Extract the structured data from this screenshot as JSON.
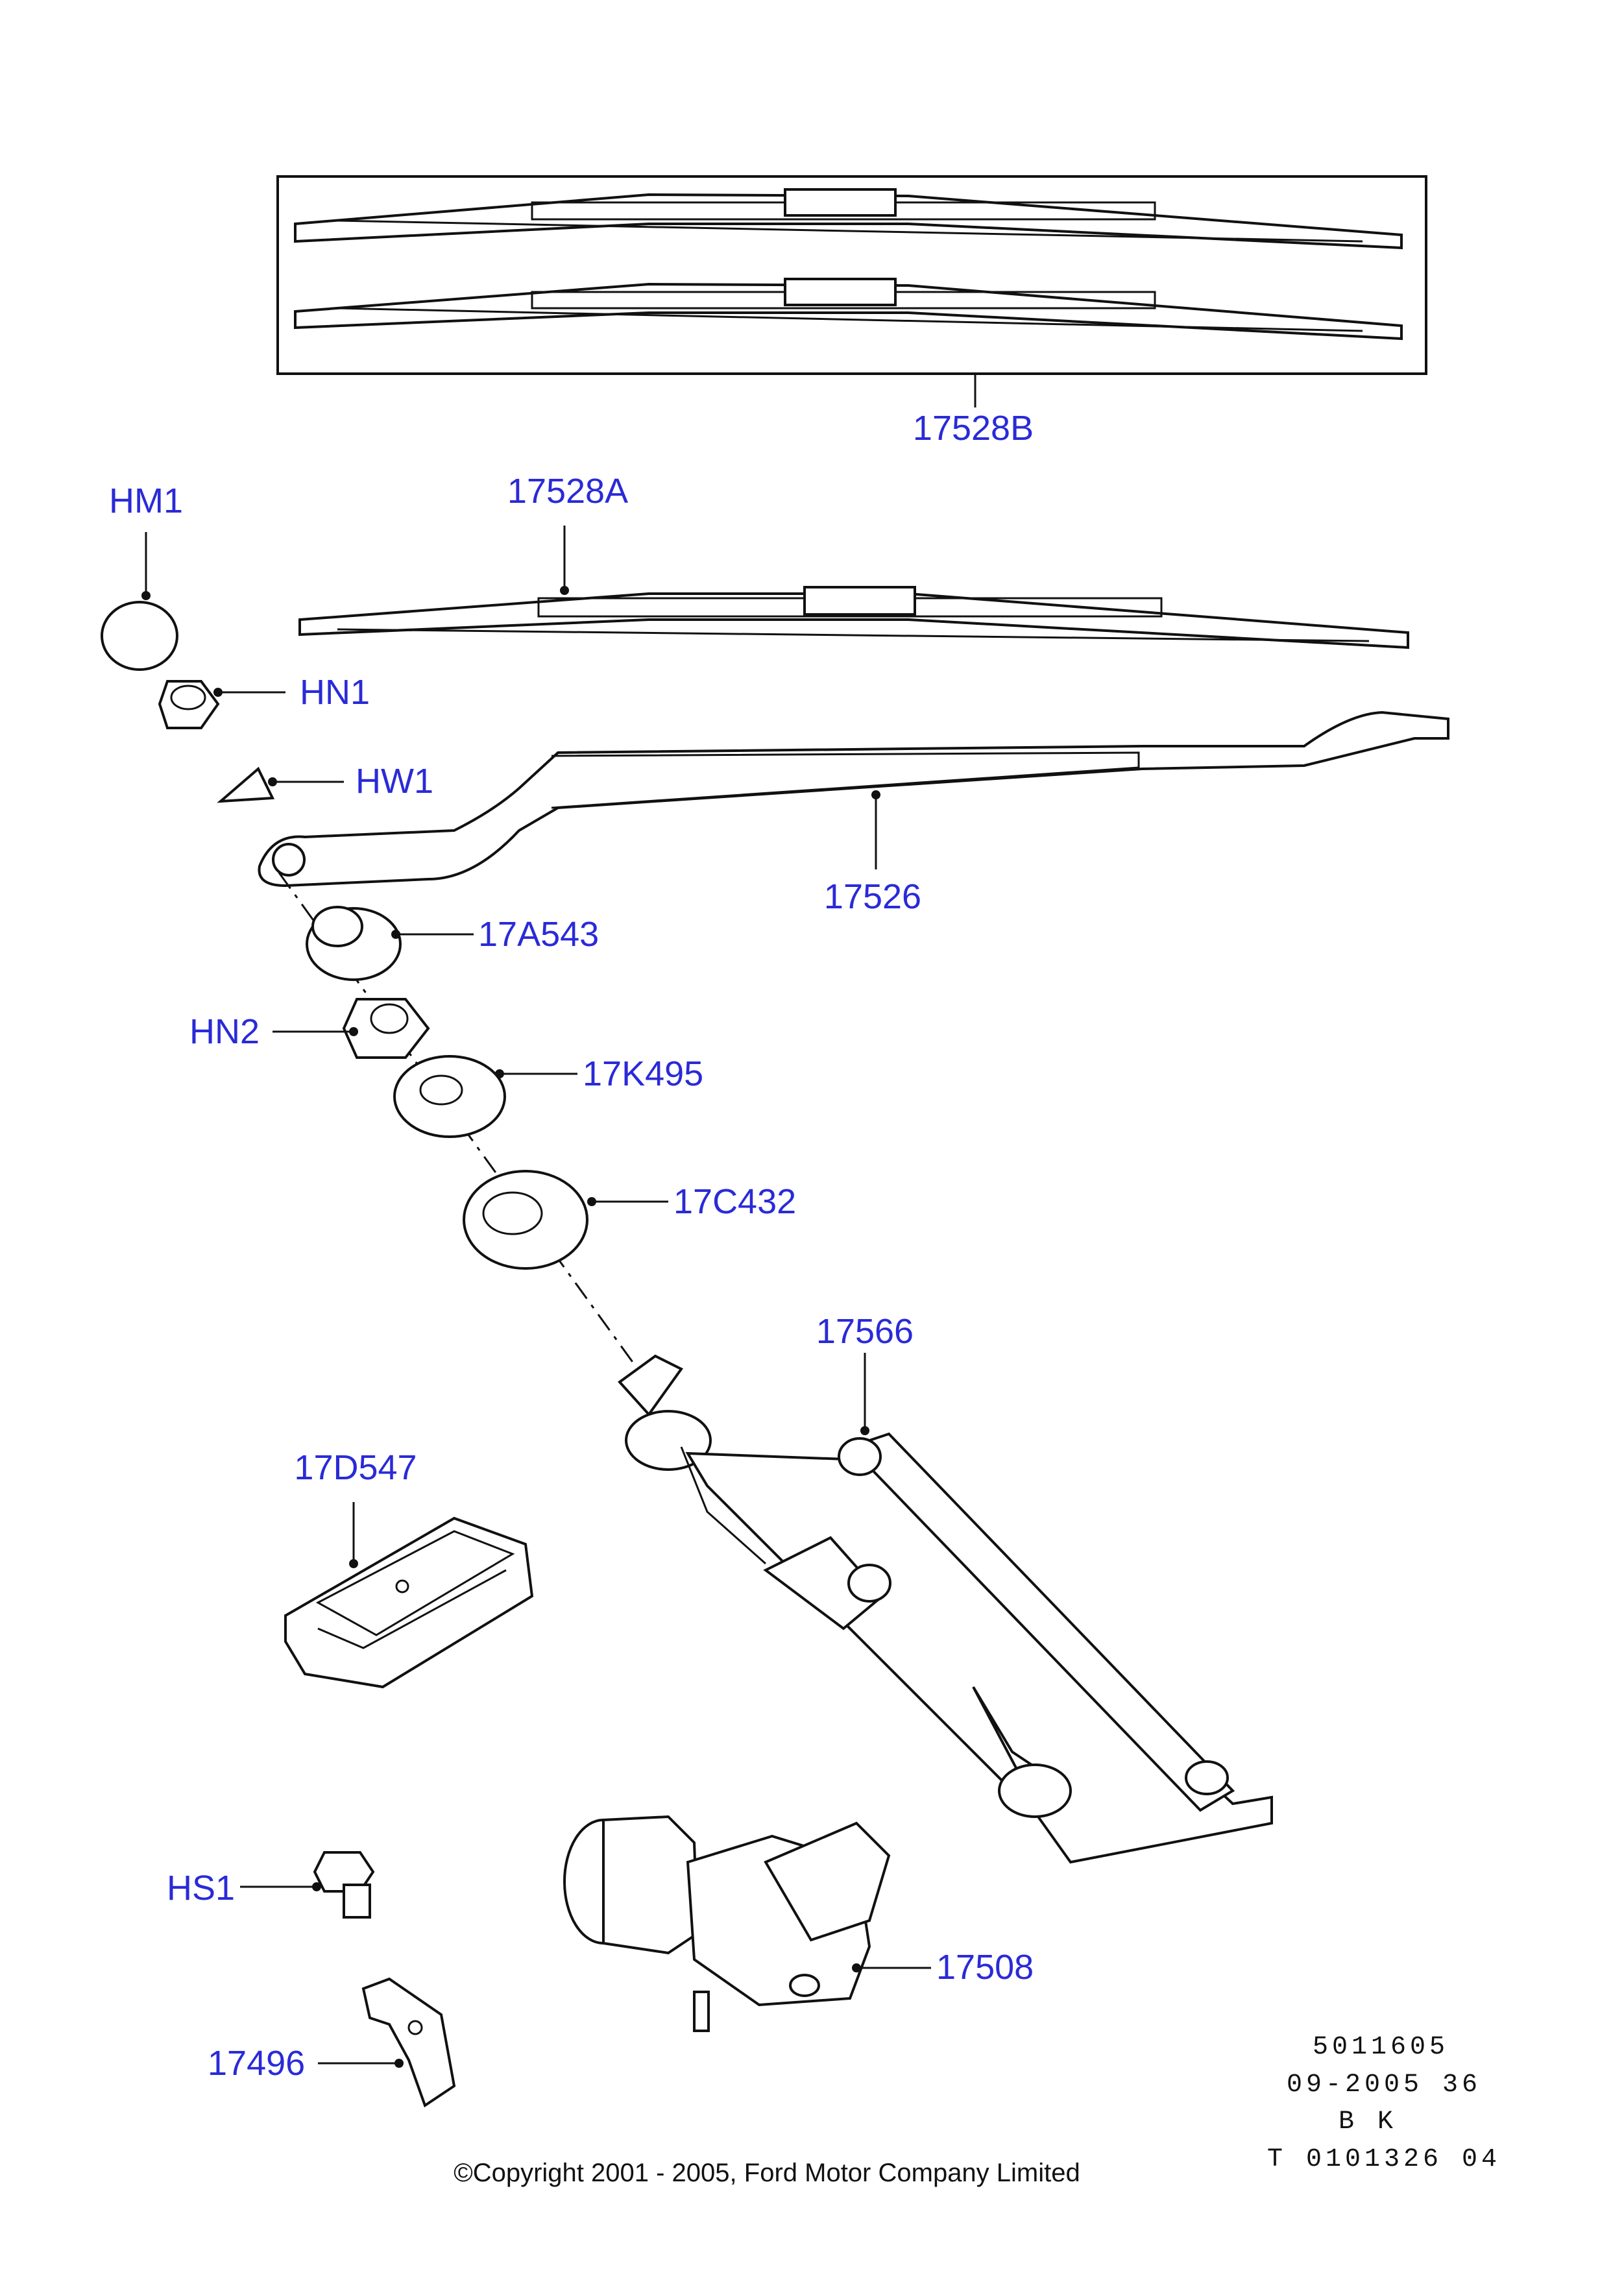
{
  "parts": [
    {
      "id": "17528B"
    },
    {
      "id": "17528A"
    },
    {
      "id": "HM1"
    },
    {
      "id": "HN1"
    },
    {
      "id": "HW1"
    },
    {
      "id": "17526"
    },
    {
      "id": "17A543"
    },
    {
      "id": "HN2"
    },
    {
      "id": "17K495"
    },
    {
      "id": "17C432"
    },
    {
      "id": "17566"
    },
    {
      "id": "17D547"
    },
    {
      "id": "HS1"
    },
    {
      "id": "17508"
    },
    {
      "id": "17496"
    }
  ],
  "footer": {
    "ref_number": "5011605",
    "date_line": "09-2005 36",
    "code": "B K",
    "doc_id": "T 0101326 04",
    "copyright": "©Copyright 2001 - 2005, Ford Motor Company Limited"
  }
}
